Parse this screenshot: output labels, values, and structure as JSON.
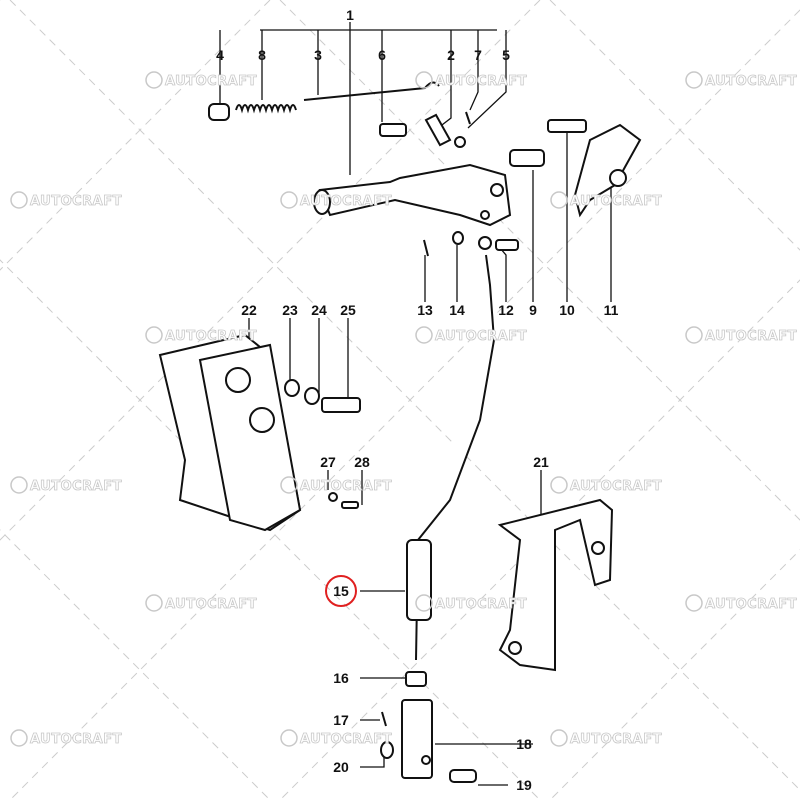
{
  "watermark": {
    "text": "AUTOCRAFT",
    "icon": "circle-logo-icon"
  },
  "highlight": {
    "part": "15",
    "color": "#e02020"
  },
  "callouts": {
    "p1": "1",
    "p2": "2",
    "p3": "3",
    "p4": "4",
    "p5": "5",
    "p6": "6",
    "p7": "7",
    "p8": "8",
    "p9": "9",
    "p10": "10",
    "p11": "11",
    "p12": "12",
    "p13": "13",
    "p14": "14",
    "p15": "15",
    "p16": "16",
    "p17": "17",
    "p18": "18",
    "p19": "19",
    "p20": "20",
    "p21": "21",
    "p22": "22",
    "p23": "23",
    "p24": "24",
    "p25": "25",
    "p27": "27",
    "p28": "28"
  }
}
